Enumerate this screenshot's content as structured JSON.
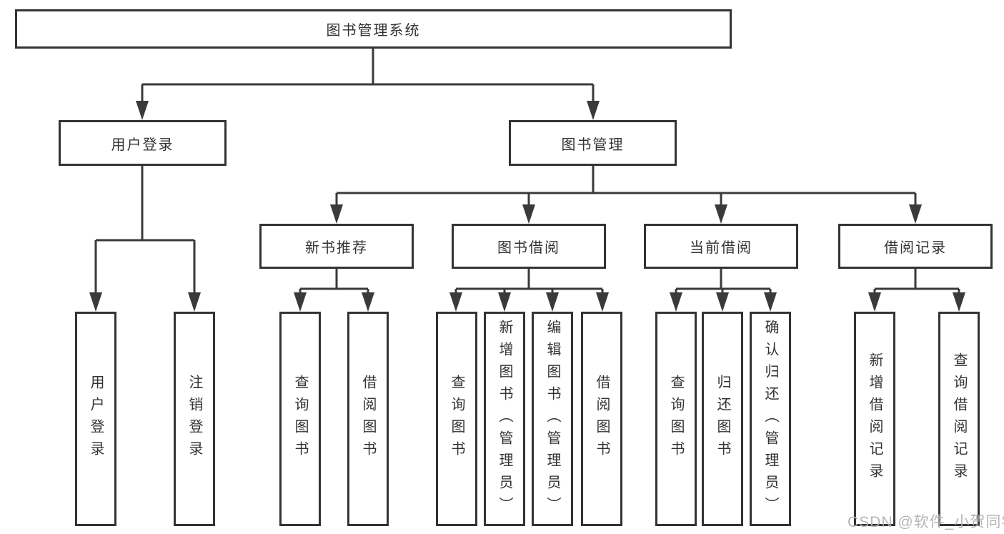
{
  "tree": {
    "root": "图书管理系统",
    "children": [
      {
        "label": "用户登录",
        "children": [
          "用户登录",
          "注销登录"
        ]
      },
      {
        "label": "图书管理",
        "children": [
          {
            "label": "新书推荐",
            "children": [
              "查询图书",
              "借阅图书"
            ]
          },
          {
            "label": "图书借阅",
            "children": [
              "查询图书",
              "新增图书（管理员）",
              "编辑图书（管理员）",
              "借阅图书"
            ]
          },
          {
            "label": "当前借阅",
            "children": [
              "查询图书",
              "归还图书",
              "确认归还（管理员）"
            ]
          },
          {
            "label": "借阅记录",
            "children": [
              "新增借阅记录",
              "查询借阅记录"
            ]
          }
        ]
      }
    ]
  },
  "watermark": "CSDN @软件_小贺同学",
  "colors": {
    "line": "#3a3a3a",
    "box_border": "#333333",
    "text": "#333333",
    "watermark": "#b3b3b3",
    "background": "#ffffff"
  }
}
